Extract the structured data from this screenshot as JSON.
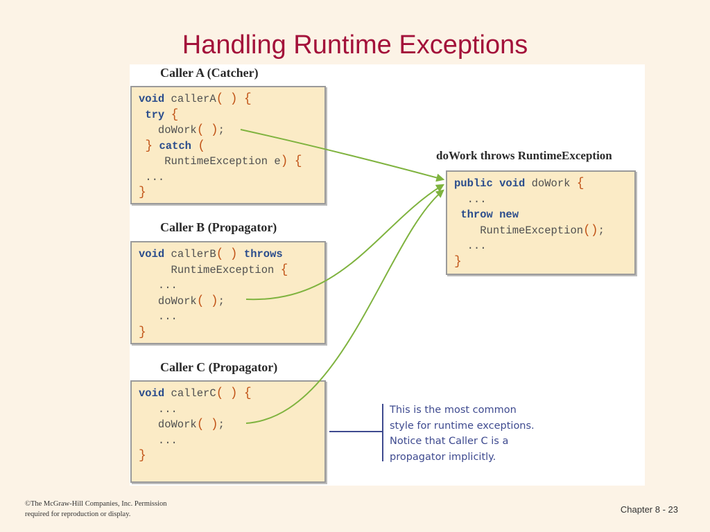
{
  "title": "Handling Runtime Exceptions",
  "diagram": {
    "caller_a": {
      "caption": "Caller A (Catcher)",
      "line1": {
        "kw": "void",
        "text": " callerA",
        "b1": "(",
        "mid": " ",
        "b2": ")",
        "sp": " ",
        "b3": "{"
      },
      "line2": {
        "indent": " ",
        "kw": "try",
        "sp": " ",
        "b": "{"
      },
      "line3": {
        "indent": "   ",
        "text": "doWork",
        "b1": "(",
        "mid": " ",
        "b2": ")",
        "tail": ";"
      },
      "line4": {
        "indent": " ",
        "b": "}",
        "sp": " ",
        "kw": "catch",
        "sp2": " ",
        "b2": "("
      },
      "line5": {
        "indent": "    ",
        "text": "RuntimeException e",
        "b1": ")",
        "sp": " ",
        "b2": "{"
      },
      "line6": {
        "text": " ..."
      },
      "line7": {
        "b": "}"
      }
    },
    "caller_b": {
      "caption": "Caller B (Propagator)",
      "line1": {
        "kw": "void",
        "text": " callerB",
        "b1": "(",
        "mid": " ",
        "b2": ")",
        "sp": " ",
        "kw2": "throws"
      },
      "line2": {
        "indent": "     ",
        "text": "RuntimeException",
        "sp": " ",
        "b": "{"
      },
      "line3": {
        "text": "   ..."
      },
      "line4": {
        "indent": "   ",
        "text": "doWork",
        "b1": "(",
        "mid": " ",
        "b2": ")",
        "tail": ";"
      },
      "line5": {
        "text": "   ..."
      },
      "line6": {
        "b": "}"
      }
    },
    "caller_c": {
      "caption": "Caller C (Propagator)",
      "line1": {
        "kw": "void",
        "text": " callerC",
        "b1": "(",
        "mid": " ",
        "b2": ")",
        "sp": " ",
        "b3": "{"
      },
      "line2": {
        "text": "   ..."
      },
      "line3": {
        "indent": "   ",
        "text": "doWork",
        "b1": "(",
        "mid": " ",
        "b2": ")",
        "tail": ";"
      },
      "line4": {
        "text": "   ..."
      },
      "line5": {
        "b": "}"
      }
    },
    "dowork": {
      "caption": "doWork throws RuntimeException",
      "line1": {
        "kw": "public void",
        "text": " doWork",
        "sp": " ",
        "b": "{"
      },
      "line2": {
        "text": "  ..."
      },
      "line3": {
        "indent": " ",
        "kw": "throw new"
      },
      "line4": {
        "indent": "    ",
        "text": "RuntimeException",
        "b1": "(",
        "b2": ")",
        "tail": ";"
      },
      "line5": {
        "text": "  ..."
      },
      "line6": {
        "b": "}"
      }
    },
    "note": [
      "This is the most common",
      "style for runtime exceptions.",
      "Notice that Caller C is a",
      "propagator implicitly."
    ]
  },
  "colors": {
    "title": "#a3113a",
    "keyword": "#2a4c8c",
    "brace": "#c2561a",
    "arrow": "#7fb33f",
    "note": "#3e4a8f"
  },
  "footer": {
    "copyright_line1": "©The McGraw-Hill Companies, Inc. Permission",
    "copyright_line2": "required for reproduction or display.",
    "page": "Chapter 8 - 23"
  }
}
